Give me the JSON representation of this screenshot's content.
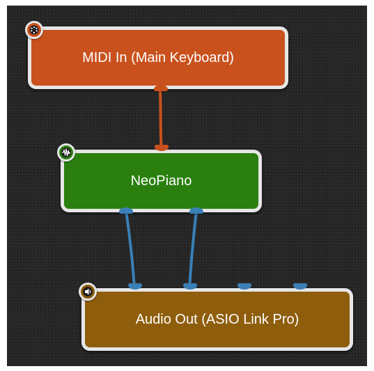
{
  "graph": {
    "nodes": [
      {
        "id": "midi_in",
        "label": "MIDI In (Main Keyboard)",
        "color": "#c9511d",
        "icon": "midi-din-icon"
      },
      {
        "id": "neopiano",
        "label": "NeoPiano",
        "color": "#2a7f0f",
        "icon": "waveform-icon"
      },
      {
        "id": "audio_out",
        "label": "Audio Out (ASIO Link Pro)",
        "color": "#8f5e0c",
        "icon": "speaker-icon"
      }
    ],
    "connections": [
      {
        "from": "midi_in",
        "to": "neopiano",
        "type": "midi",
        "color": "#c9511d"
      },
      {
        "from": "neopiano",
        "to": "audio_out",
        "type": "audio",
        "channel": 1,
        "color": "#3a7fb5"
      },
      {
        "from": "neopiano",
        "to": "audio_out",
        "type": "audio",
        "channel": 2,
        "color": "#3a7fb5"
      }
    ],
    "port_colors": {
      "midi": "#c9511d",
      "audio": "#3a7fb5"
    },
    "canvas_color": "#262626",
    "node_border_color": "#e6e6e6"
  }
}
